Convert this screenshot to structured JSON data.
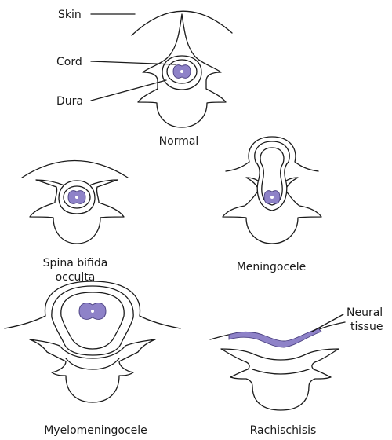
{
  "labels": {
    "skin": "Skin",
    "cord": "Cord",
    "dura": "Dura",
    "neural_tissue_1": "Neural",
    "neural_tissue_2": "tissue"
  },
  "captions": {
    "normal": "Normal",
    "spina_1": "Spina bifida",
    "spina_2": "occulta",
    "meningocele": "Meningocele",
    "myelomeningocele": "Myelomeningocele",
    "rachischisis": "Rachischisis"
  },
  "colors": {
    "cord": "#8e82c8",
    "neural_tissue": "#8e82c8",
    "line": "#1a1a1a"
  }
}
